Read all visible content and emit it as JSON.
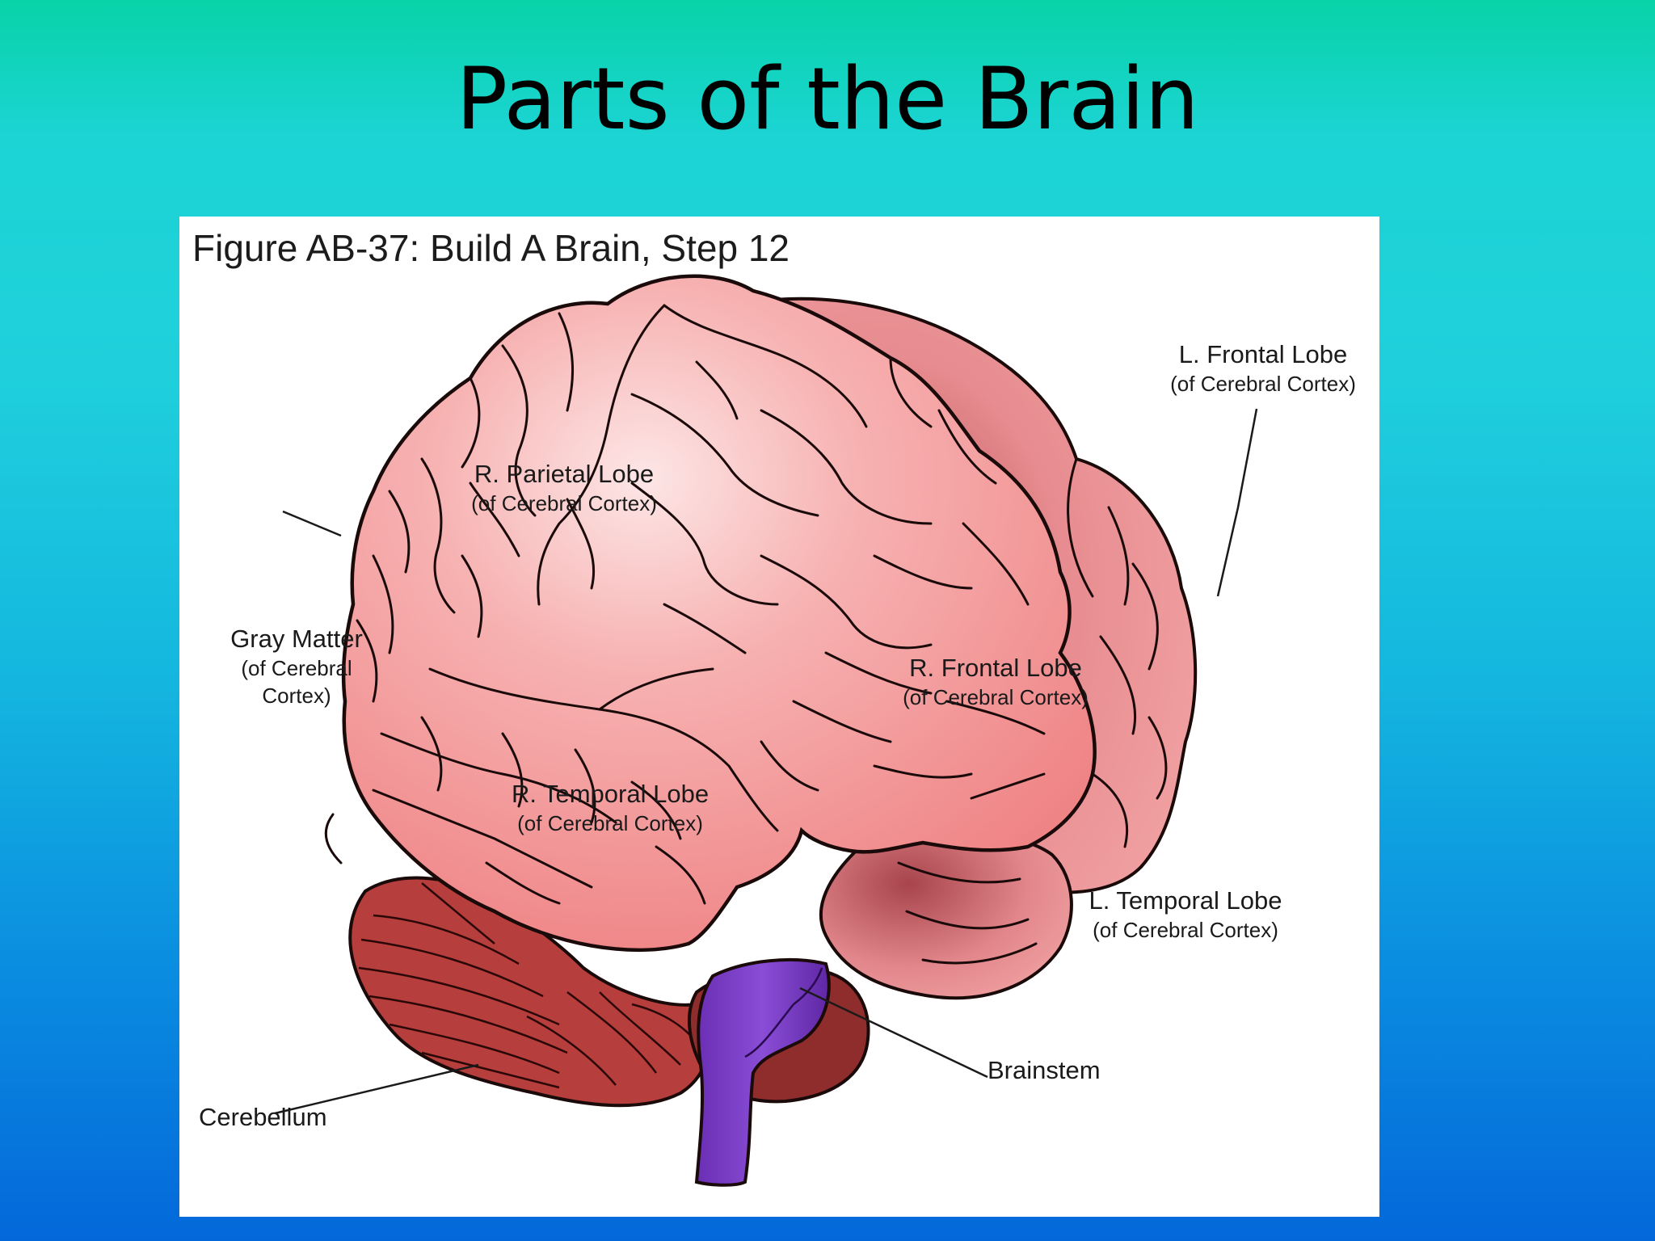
{
  "slide": {
    "title": "Parts of the Brain"
  },
  "figure": {
    "caption": "Figure AB-37: Build A Brain, Step 12",
    "labels": {
      "l_frontal": {
        "name": "L. Frontal Lobe",
        "sub": "(of Cerebral Cortex)"
      },
      "r_parietal": {
        "name": "R. Parietal Lobe",
        "sub": "(of Cerebral Cortex)"
      },
      "gray_matter": {
        "name": "Gray Matter",
        "sub1": "(of Cerebral",
        "sub2": "Cortex)"
      },
      "r_frontal": {
        "name": "R. Frontal Lobe",
        "sub": "(of Cerebral Cortex)"
      },
      "r_temporal": {
        "name": "R. Temporal Lobe",
        "sub": "(of Cerebral Cortex)"
      },
      "l_temporal": {
        "name": "L. Temporal Lobe",
        "sub": "(of Cerebral Cortex)"
      },
      "brainstem": {
        "name": "Brainstem"
      },
      "cerebellum": {
        "name": "Cerebellum"
      }
    }
  },
  "colors": {
    "cortex": "#f28b8b",
    "cortex_shadow": "#c4595c",
    "cerebellum": "#b93d3b",
    "brainstem": "#7d3fc9",
    "outline": "#1a0a0a"
  }
}
